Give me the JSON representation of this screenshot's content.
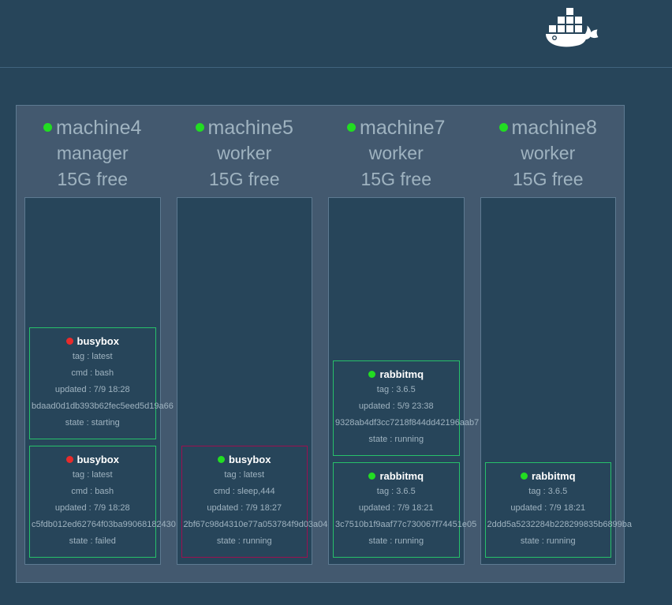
{
  "header": {
    "logo_icon": "docker-whale-logo",
    "background_color": "#27455a",
    "divider_color": "#41647d"
  },
  "colors": {
    "page_background": "#27455a",
    "panel_background": "#43596f",
    "panel_border": "#5d7a91",
    "well_background": "#27455a",
    "card_border_green": "#27c06a",
    "card_border_crimson": "#9b1050",
    "status_green": "#22dd22",
    "status_red": "#e82b2b",
    "text_primary": "#ffffff",
    "text_secondary": "#9fb3c0"
  },
  "swarm": {
    "machines": [
      {
        "name": "machine4",
        "status_dot": "status-dot-green",
        "status_color": "#22dd22",
        "role": "manager",
        "memory": "15G free",
        "containers": [
          {
            "image": "busybox",
            "status_dot": "status-dot-red",
            "status_color": "#e82b2b",
            "accent": "green",
            "tag": "tag : latest",
            "cmd": "cmd : bash",
            "updated": "updated : 7/9 18:28",
            "id": "bdaad0d1db393b62fec5eed5d19a66",
            "state": "state : starting"
          },
          {
            "image": "busybox",
            "status_dot": "status-dot-red",
            "status_color": "#e82b2b",
            "accent": "green",
            "tag": "tag : latest",
            "cmd": "cmd : bash",
            "updated": "updated : 7/9 18:28",
            "id": "c5fdb012ed62764f03ba99068182430",
            "state": "state : failed"
          }
        ]
      },
      {
        "name": "machine5",
        "status_dot": "status-dot-green",
        "status_color": "#22dd22",
        "role": "worker",
        "memory": "15G free",
        "containers": [
          {
            "image": "busybox",
            "status_dot": "status-dot-green",
            "status_color": "#22dd22",
            "accent": "crimson",
            "tag": "tag : latest",
            "cmd": "cmd : sleep,444",
            "updated": "updated : 7/9 18:27",
            "id": "2bf67c98d4310e77a053784f9d03a04",
            "state": "state : running"
          }
        ]
      },
      {
        "name": "machine7",
        "status_dot": "status-dot-green",
        "status_color": "#22dd22",
        "role": "worker",
        "memory": "15G free",
        "containers": [
          {
            "image": "rabbitmq",
            "status_dot": "status-dot-green",
            "status_color": "#22dd22",
            "accent": "green",
            "tag": "tag : 3.6.5",
            "cmd": "",
            "updated": "updated : 5/9 23:38",
            "id": "9328ab4df3cc7218f844dd42196aab7",
            "state": "state : running"
          },
          {
            "image": "rabbitmq",
            "status_dot": "status-dot-green",
            "status_color": "#22dd22",
            "accent": "green",
            "tag": "tag : 3.6.5",
            "cmd": "",
            "updated": "updated : 7/9 18:21",
            "id": "3c7510b1f9aaf77c730067f74451e05",
            "state": "state : running"
          }
        ]
      },
      {
        "name": "machine8",
        "status_dot": "status-dot-green",
        "status_color": "#22dd22",
        "role": "worker",
        "memory": "15G free",
        "containers": [
          {
            "image": "rabbitmq",
            "status_dot": "status-dot-green",
            "status_color": "#22dd22",
            "accent": "green",
            "tag": "tag : 3.6.5",
            "cmd": "",
            "updated": "updated : 7/9 18:21",
            "id": "2ddd5a5232284b228299835b6899ba",
            "state": "state : running"
          }
        ]
      }
    ]
  }
}
